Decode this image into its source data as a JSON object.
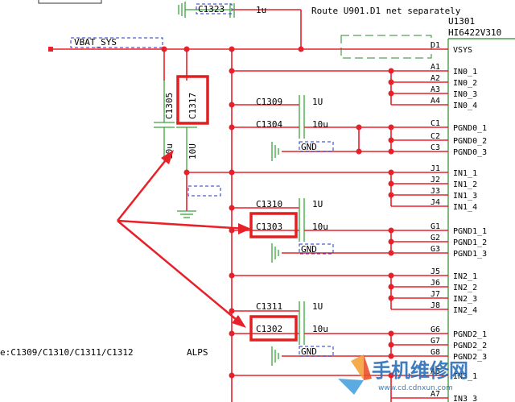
{
  "header": {
    "note": "Route U901.D1 net separately",
    "ref": "U1301",
    "part": "HI6422V310"
  },
  "net": {
    "vbat": "VBAT_SYS"
  },
  "caps": {
    "c1323": {
      "name": "C1323",
      "value": "1u"
    },
    "c1305": {
      "name": "C1305",
      "value": "10u"
    },
    "c1317": {
      "name": "C1317",
      "value": "10U"
    },
    "c1309": {
      "name": "C1309",
      "value": "1U"
    },
    "c1304": {
      "name": "C1304",
      "value": "10u"
    },
    "c1310": {
      "name": "C1310",
      "value": "1U"
    },
    "c1303": {
      "name": "C1303",
      "value": "10u"
    },
    "c1311": {
      "name": "C1311",
      "value": "1U"
    },
    "c1302": {
      "name": "C1302",
      "value": "10u"
    }
  },
  "gnd": [
    "GND",
    "GND",
    "GND"
  ],
  "pins": [
    {
      "num": "D1",
      "name": "VSYS"
    },
    {
      "num": "A1",
      "name": "IN0_1"
    },
    {
      "num": "A2",
      "name": "IN0_2"
    },
    {
      "num": "A3",
      "name": "IN0_3"
    },
    {
      "num": "A4",
      "name": "IN0_4"
    },
    {
      "num": "C1",
      "name": "PGND0_1"
    },
    {
      "num": "C2",
      "name": "PGND0_2"
    },
    {
      "num": "C3",
      "name": "PGND0_3"
    },
    {
      "num": "J1",
      "name": "IN1_1"
    },
    {
      "num": "J2",
      "name": "IN1_2"
    },
    {
      "num": "J3",
      "name": "IN1_3"
    },
    {
      "num": "J4",
      "name": "IN1_4"
    },
    {
      "num": "G1",
      "name": "PGND1_1"
    },
    {
      "num": "G2",
      "name": "PGND1_2"
    },
    {
      "num": "G3",
      "name": "PGND1_3"
    },
    {
      "num": "J5",
      "name": "IN2_1"
    },
    {
      "num": "J6",
      "name": "IN2_2"
    },
    {
      "num": "J7",
      "name": "IN2_3"
    },
    {
      "num": "J8",
      "name": "IN2_4"
    },
    {
      "num": "G6",
      "name": "PGND2_1"
    },
    {
      "num": "G7",
      "name": "PGND2_2"
    },
    {
      "num": "G8",
      "name": "PGND2_3"
    },
    {
      "num": "A5",
      "name": "IN3_1"
    },
    {
      "num": "A7",
      "name": "IN3_3"
    }
  ],
  "footnote": "e:C1309/C1310/C1311/C1312",
  "vendor": "ALPS",
  "watermark": {
    "cn": "手机维修网",
    "url": "www.cd.cdnxun.com"
  }
}
